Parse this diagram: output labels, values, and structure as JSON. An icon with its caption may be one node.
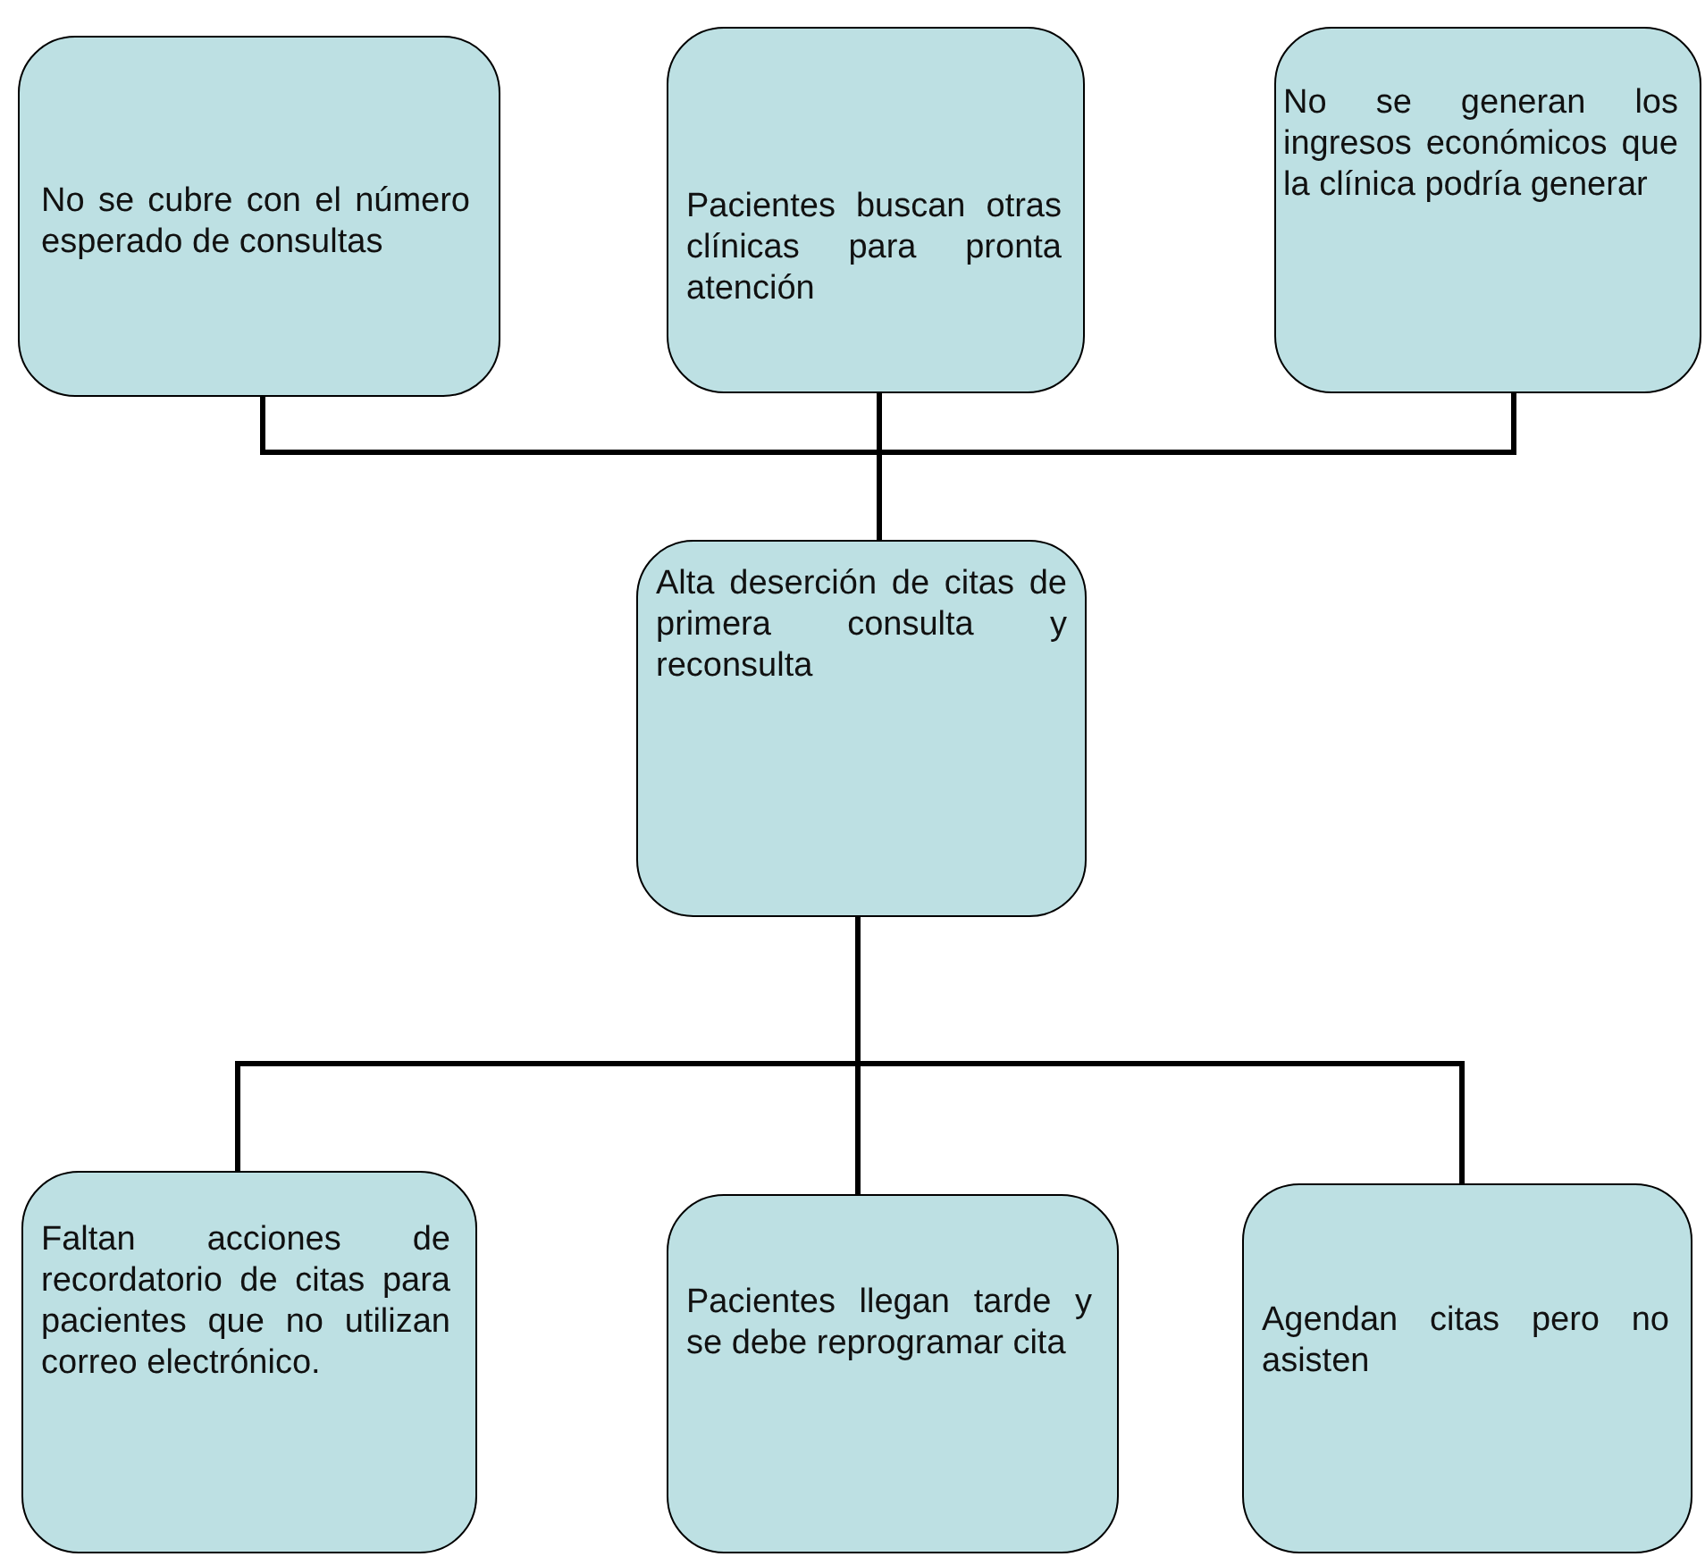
{
  "diagram": {
    "nodes": [
      {
        "text": [
          "No se cubre con el número esperado de consultas"
        ]
      },
      {
        "text": [
          "Pacientes buscan otras clínicas para pronta atención"
        ]
      },
      {
        "text": [
          "No se generan los ingresos económicos que la clínica podría generar"
        ]
      },
      {
        "text": [
          "Alta deserción de citas de primera consulta y reconsulta"
        ]
      },
      {
        "text": [
          "Faltan acciones de recordatorio de citas para pacientes que no utilizan correo electrónico."
        ]
      },
      {
        "text": [
          "Pacientes llegan tarde y se debe reprogramar cita"
        ]
      },
      {
        "text": [
          "Agendan citas pero no asisten"
        ]
      }
    ],
    "edges": [
      {
        "from": 0,
        "to": 3,
        "arrow": "none"
      },
      {
        "from": 1,
        "to": 3,
        "arrow": "none"
      },
      {
        "from": 2,
        "to": 3,
        "arrow": "none"
      },
      {
        "from": 3,
        "to": 4,
        "arrow": "none"
      },
      {
        "from": 3,
        "to": 5,
        "arrow": "none"
      },
      {
        "from": 3,
        "to": 6,
        "arrow": "none"
      }
    ]
  }
}
